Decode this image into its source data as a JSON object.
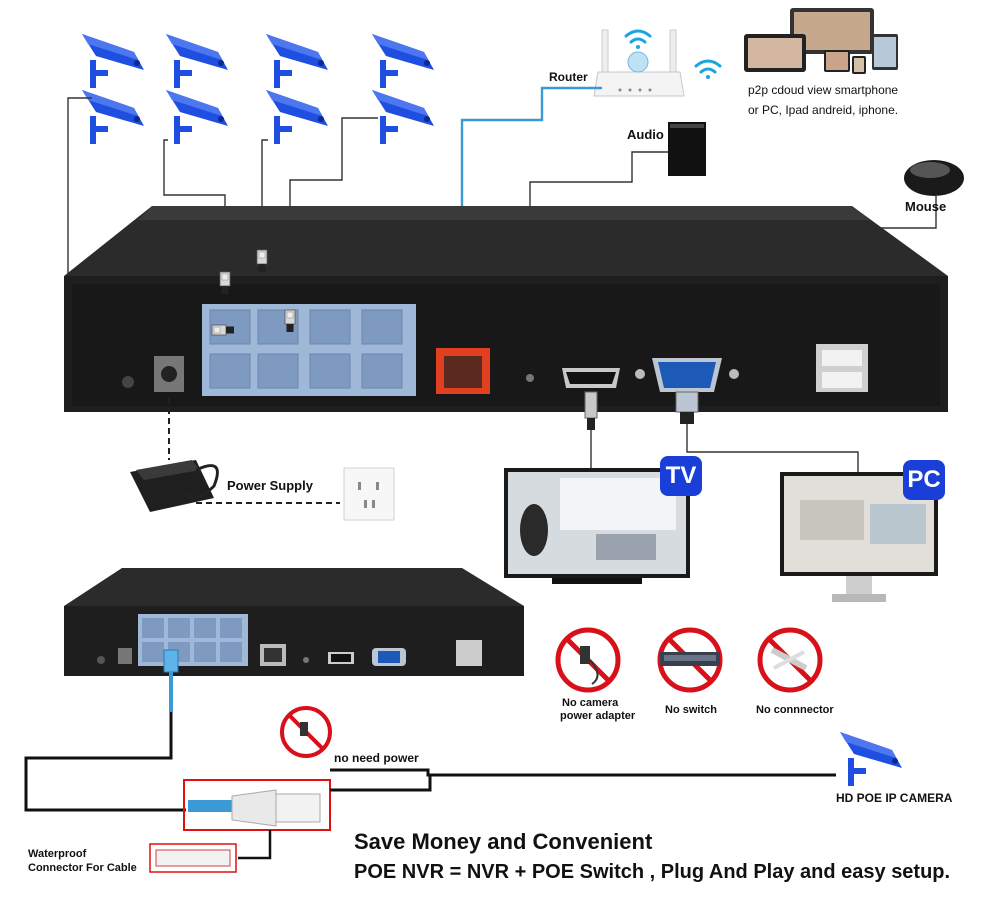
{
  "labels": {
    "router": "Router",
    "audio": "Audio",
    "p2p_line1": "p2p cdoud view smartphone",
    "p2p_line2": "or PC, Ipad andreid, iphone.",
    "mouse": "Mouse",
    "power_supply": "Power Supply",
    "tv_badge": "TV",
    "pc_badge": "PC",
    "no_camera_adapter_l1": "No camera",
    "no_camera_adapter_l2": "power adapter",
    "no_switch": "No switch",
    "no_connector": "No connnector",
    "no_need_power": "no need power",
    "hd_poe_camera": "HD POE IP CAMERA",
    "waterproof_l1": "Waterproof",
    "waterproof_l2": "Connector For Cable",
    "headline": "Save Money and Convenient",
    "subline": "POE NVR = NVR + POE Switch , Plug And Play and easy setup."
  },
  "colors": {
    "camera_blue": "#1f4fe0",
    "device_dark": "#1e1e1e",
    "poe_port_blue": "#9fb8d8",
    "uplink_red": "#e04020",
    "network_cable": "#3a9ad6",
    "prohibit_red": "#d8101a",
    "badge_blue": "#1a3fd8",
    "highlight_red": "#e01010"
  },
  "icons": [
    "ip-camera-icon",
    "router-icon",
    "wifi-icon",
    "speaker-icon",
    "mouse-icon",
    "devices-icon",
    "power-adapter-icon",
    "wall-socket-icon",
    "tv-icon",
    "monitor-icon",
    "prohibit-icon",
    "network-switch-icon",
    "rj45-connector-icon"
  ]
}
